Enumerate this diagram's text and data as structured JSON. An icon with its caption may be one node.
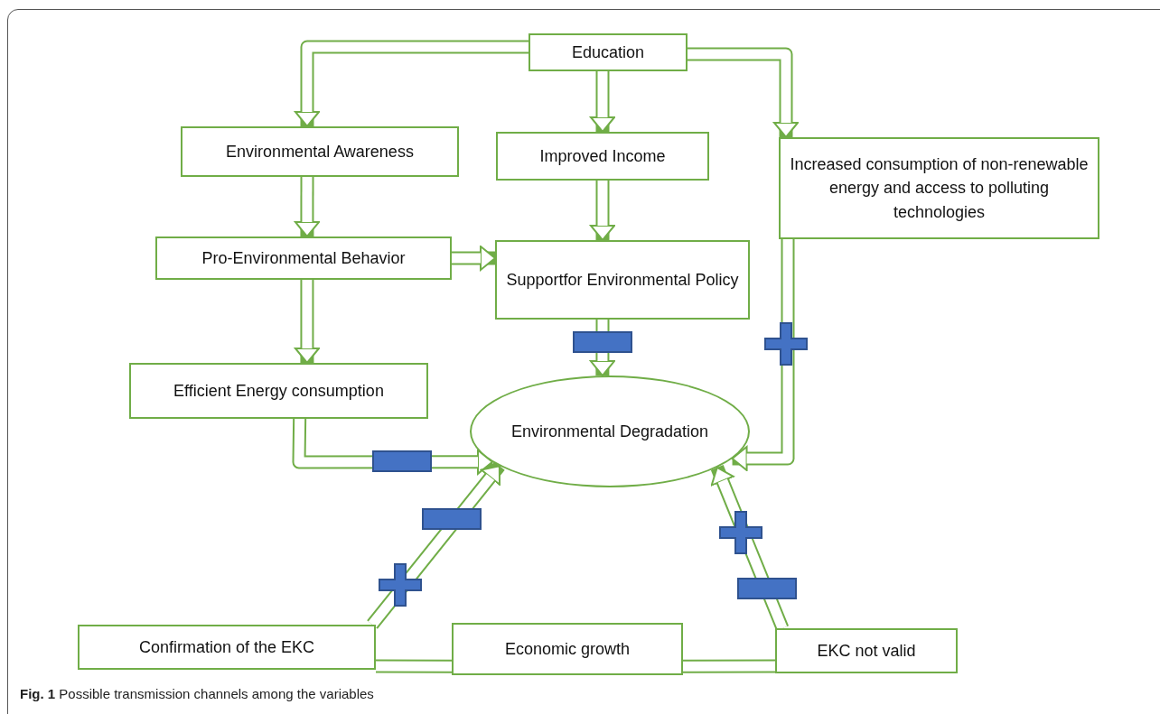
{
  "diagram": {
    "caption": "**Fig. 1** Possible transmission channels among the variables",
    "nodes": [
      {
        "text": [
          "Education"
        ]
      },
      {
        "text": [
          "Environmental Awareness"
        ]
      },
      {
        "text": [
          "Improved Income"
        ]
      },
      {
        "text": [
          "Increased consumption of non-renewable energy and access to polluting technologies"
        ]
      },
      {
        "text": [
          "Pro-Environmental Behavior"
        ]
      },
      {
        "text": [
          "Supportfor Environmental Policy"
        ]
      },
      {
        "text": [
          "Efficient Energy consumption"
        ]
      },
      {
        "text": [
          "Environmental Degradation"
        ]
      },
      {
        "text": [
          "Confirmation of the EKC"
        ]
      },
      {
        "text": [
          "Economic growth"
        ]
      },
      {
        "text": [
          "EKC not valid"
        ]
      }
    ],
    "edges": [
      {
        "from": 0,
        "to": 1,
        "arrow": "to"
      },
      {
        "from": 0,
        "to": 2,
        "arrow": "to"
      },
      {
        "from": 0,
        "to": 3,
        "arrow": "to"
      },
      {
        "from": 1,
        "to": 4,
        "arrow": "to"
      },
      {
        "from": 2,
        "to": 5,
        "arrow": "to"
      },
      {
        "from": 4,
        "to": 5,
        "arrow": "to"
      },
      {
        "from": 4,
        "to": 6,
        "arrow": "to"
      },
      {
        "from": 5,
        "to": 7,
        "arrow": "to"
      },
      {
        "from": 6,
        "to": 7,
        "arrow": "to"
      },
      {
        "from": 3,
        "to": 7,
        "arrow": "to"
      },
      {
        "from": 8,
        "to": 7,
        "arrow": "to"
      },
      {
        "from": 10,
        "to": 7,
        "arrow": "to"
      },
      {
        "from": 9,
        "to": 8,
        "arrow": "none"
      },
      {
        "from": 9,
        "to": 10,
        "arrow": "none"
      }
    ]
  }
}
